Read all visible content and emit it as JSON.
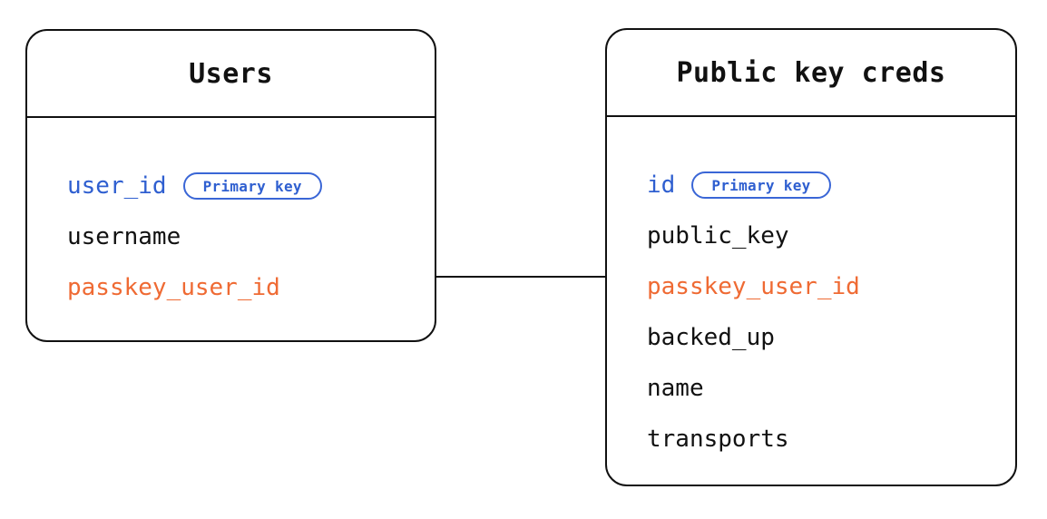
{
  "diagram": {
    "type": "entity-relationship-diagram",
    "background_color": "#ffffff",
    "colors": {
      "border": "#111111",
      "text": "#111111",
      "primary_key": "#2f5fd0",
      "foreign_key": "#ef6a33",
      "badge_border": "#3a66d6"
    },
    "entities": [
      {
        "id": "users",
        "title": "Users",
        "fields": [
          {
            "name": "user_id",
            "role": "primary",
            "badge": "Primary key"
          },
          {
            "name": "username",
            "role": "plain",
            "badge": null
          },
          {
            "name": "passkey_user_id",
            "role": "foreign",
            "badge": null
          }
        ]
      },
      {
        "id": "public_key_creds",
        "title": "Public key creds",
        "fields": [
          {
            "name": "id",
            "role": "primary",
            "badge": "Primary key"
          },
          {
            "name": "public_key",
            "role": "plain",
            "badge": null
          },
          {
            "name": "passkey_user_id",
            "role": "foreign",
            "badge": null
          },
          {
            "name": "backed_up",
            "role": "plain",
            "badge": null
          },
          {
            "name": "name",
            "role": "plain",
            "badge": null
          },
          {
            "name": "transports",
            "role": "plain",
            "badge": null
          }
        ]
      }
    ],
    "relationships": [
      {
        "from_entity": "users",
        "from_field": "passkey_user_id",
        "to_entity": "public_key_creds",
        "to_field": "passkey_user_id",
        "style": "solid-line",
        "label": ""
      }
    ]
  }
}
